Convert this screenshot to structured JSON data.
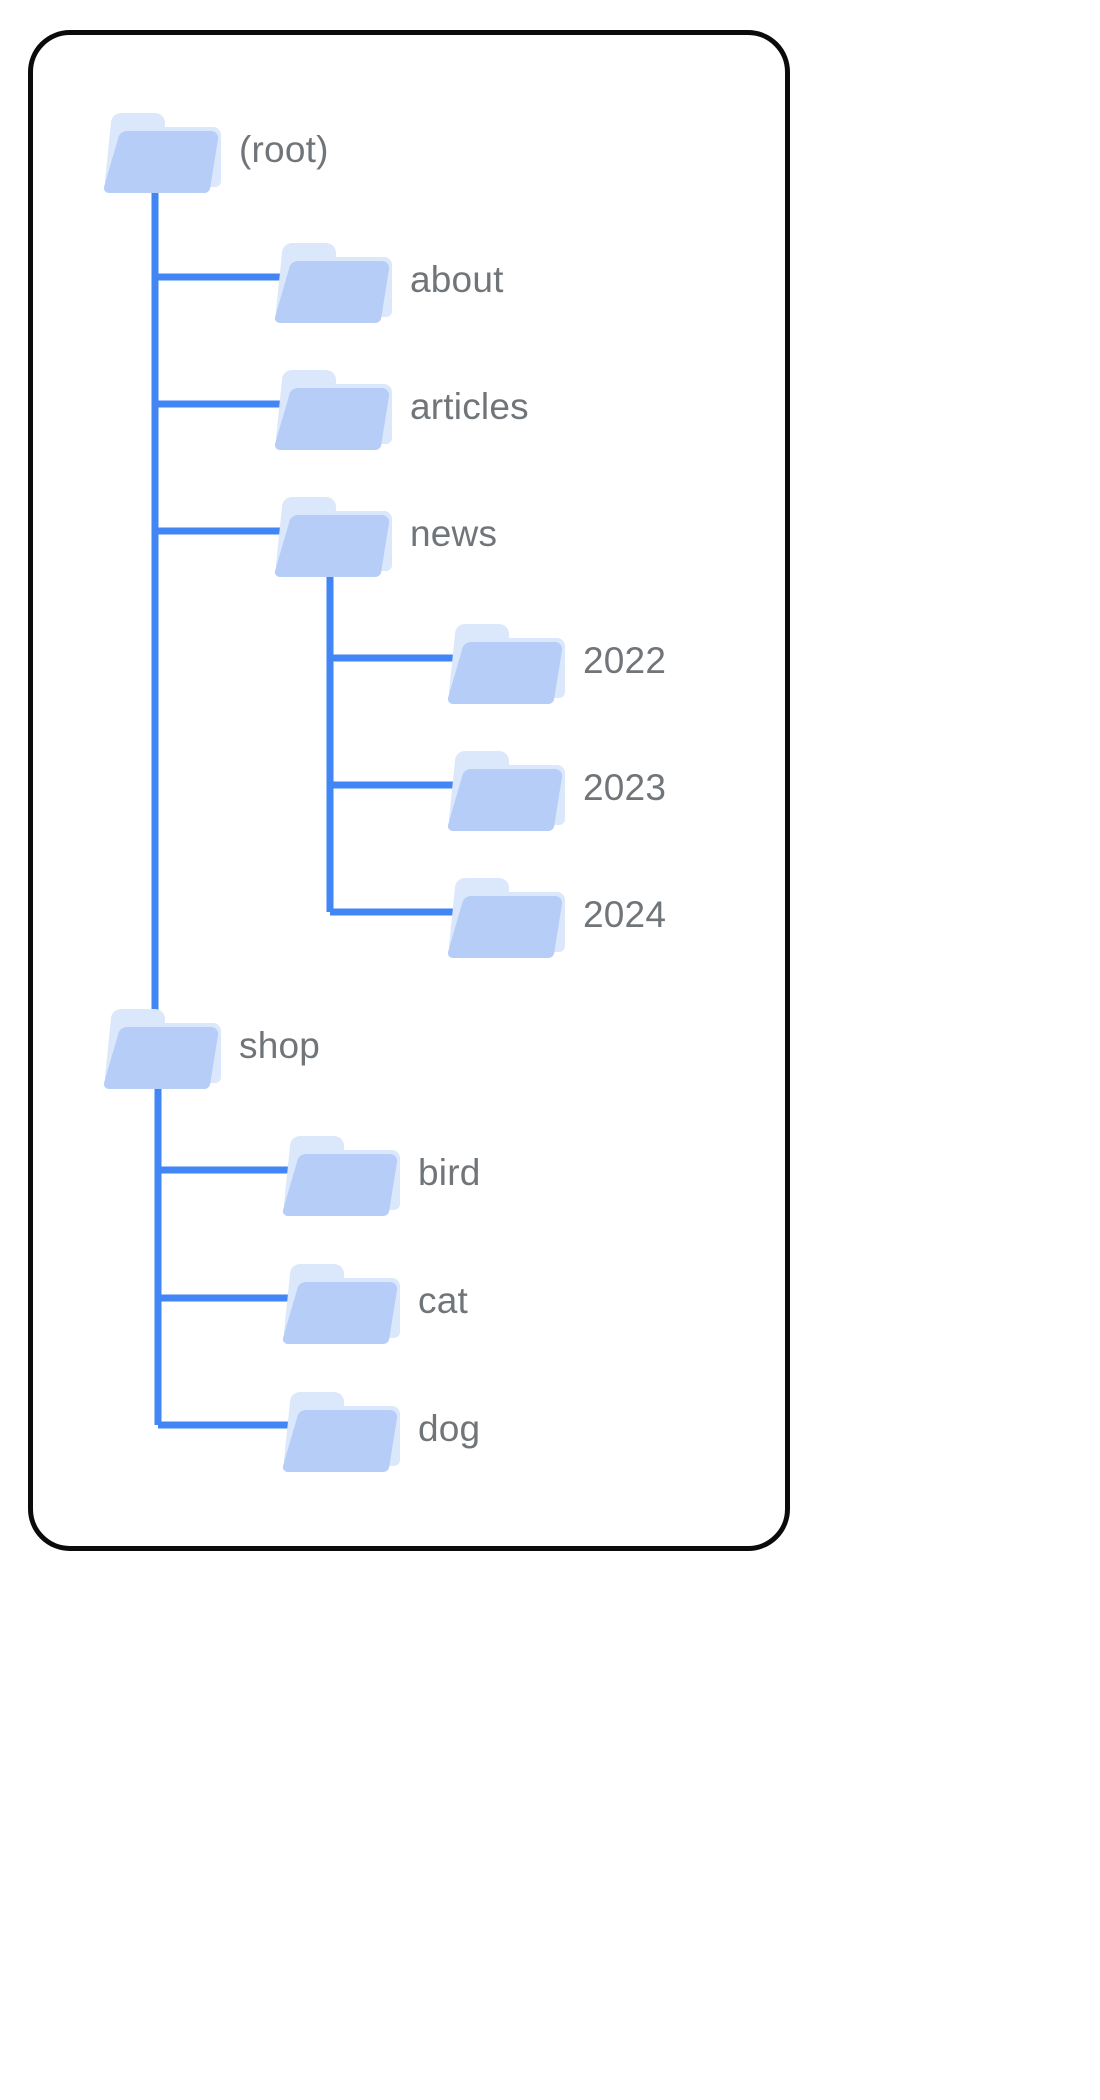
{
  "diagram": {
    "title": "folder-tree",
    "colors": {
      "folder_back": "#dbe7fa",
      "folder_front": "#b6cdf8",
      "connector": "#4285f4",
      "label_text": "#70757a",
      "card_border": "#0b0b0b",
      "background": "#ffffff"
    },
    "icon": "folder-icon",
    "nodes": [
      {
        "id": "root",
        "label": "(root)",
        "depth": 0
      },
      {
        "id": "about",
        "label": "about",
        "depth": 1
      },
      {
        "id": "articles",
        "label": "articles",
        "depth": 1
      },
      {
        "id": "news",
        "label": "news",
        "depth": 1
      },
      {
        "id": "2022",
        "label": "2022",
        "depth": 2
      },
      {
        "id": "2023",
        "label": "2023",
        "depth": 2
      },
      {
        "id": "2024",
        "label": "2024",
        "depth": 2
      },
      {
        "id": "shop",
        "label": "shop",
        "depth": 0
      },
      {
        "id": "bird",
        "label": "bird",
        "depth": 1
      },
      {
        "id": "cat",
        "label": "cat",
        "depth": 1
      },
      {
        "id": "dog",
        "label": "dog",
        "depth": 1
      }
    ]
  }
}
